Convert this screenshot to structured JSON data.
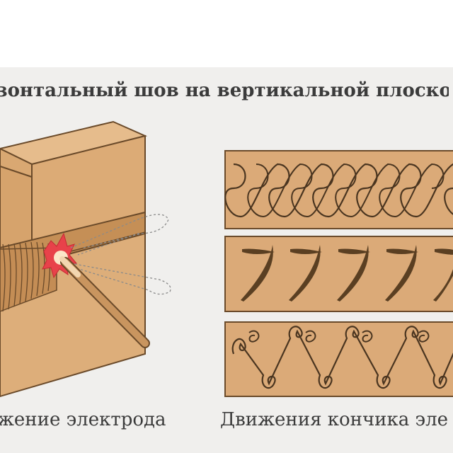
{
  "title": "зонтальный шов на вертикальной плоско",
  "captions": {
    "left": "жение электрода",
    "right": "Движения кончика эле"
  },
  "colors": {
    "wood": "#dbaa78",
    "wood_dark": "#c9955f",
    "outline": "#6a4a2a",
    "weld": "#b7864f",
    "arc": "#e8424a",
    "background": "#f0efed"
  },
  "patterns": [
    {
      "name": "loops",
      "icon": "loop-pattern-icon"
    },
    {
      "name": "crescents",
      "icon": "crescent-pattern-icon"
    },
    {
      "name": "zigzag-loops",
      "icon": "zigzag-loop-pattern-icon"
    }
  ]
}
